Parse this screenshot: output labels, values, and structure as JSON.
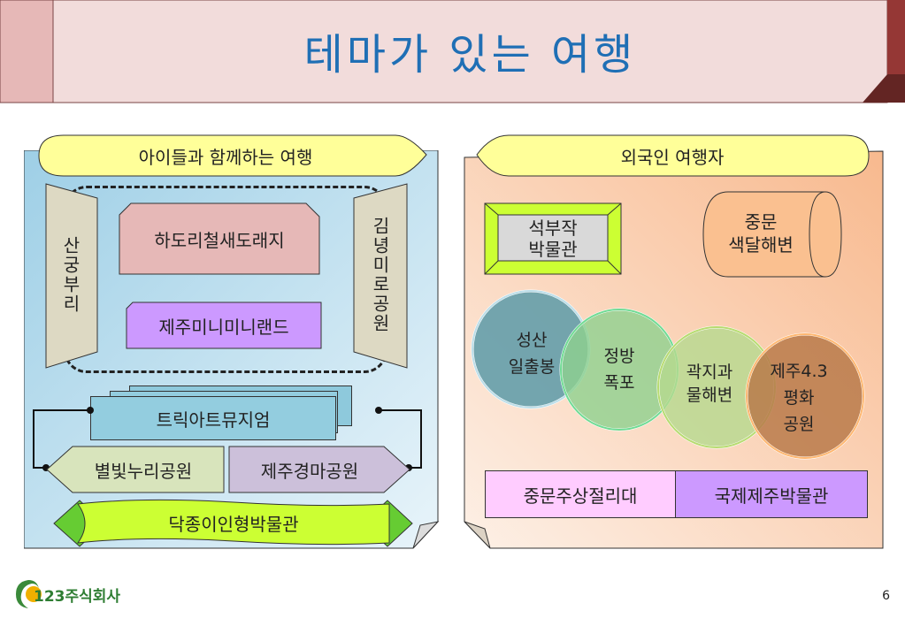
{
  "title": "테마가 있는 여행",
  "page_number": "6",
  "logo_text": "123주식회사",
  "left_panel": {
    "banner": "아이들과 함께하는 여행",
    "left_vertical": "산궁부리",
    "right_vertical": "김녕미로공원",
    "box_pink": "하도리철새도래지",
    "box_purple": "제주미니미니랜드",
    "stack_box": "트릭아트뮤지엄",
    "arrow_left": "별빛누리공원",
    "arrow_right": "제주경마공원",
    "ribbon": "닥종이인형박물관"
  },
  "right_panel": {
    "banner": "외국인 여행자",
    "bevel_box": [
      "석부작",
      "박물관"
    ],
    "drum_box": [
      "중문",
      "색달해변"
    ],
    "circles": [
      {
        "lines": [
          "성산",
          "일출봉"
        ]
      },
      {
        "lines": [
          "정방",
          "폭포"
        ]
      },
      {
        "lines": [
          "곽지과",
          "물해변"
        ]
      },
      {
        "lines": [
          "제주4.3",
          "평화",
          "공원"
        ]
      }
    ],
    "bottom_left": "중문주상절리대",
    "bottom_right": "국제제주박물관"
  },
  "colors": {
    "title_text": "#1f6fb5",
    "title_bg": "#f2dcdb",
    "left_panel_bg": "#bfe0ef",
    "right_panel_bg": "#f9c9a7",
    "banner_fill": "#ffff99"
  }
}
